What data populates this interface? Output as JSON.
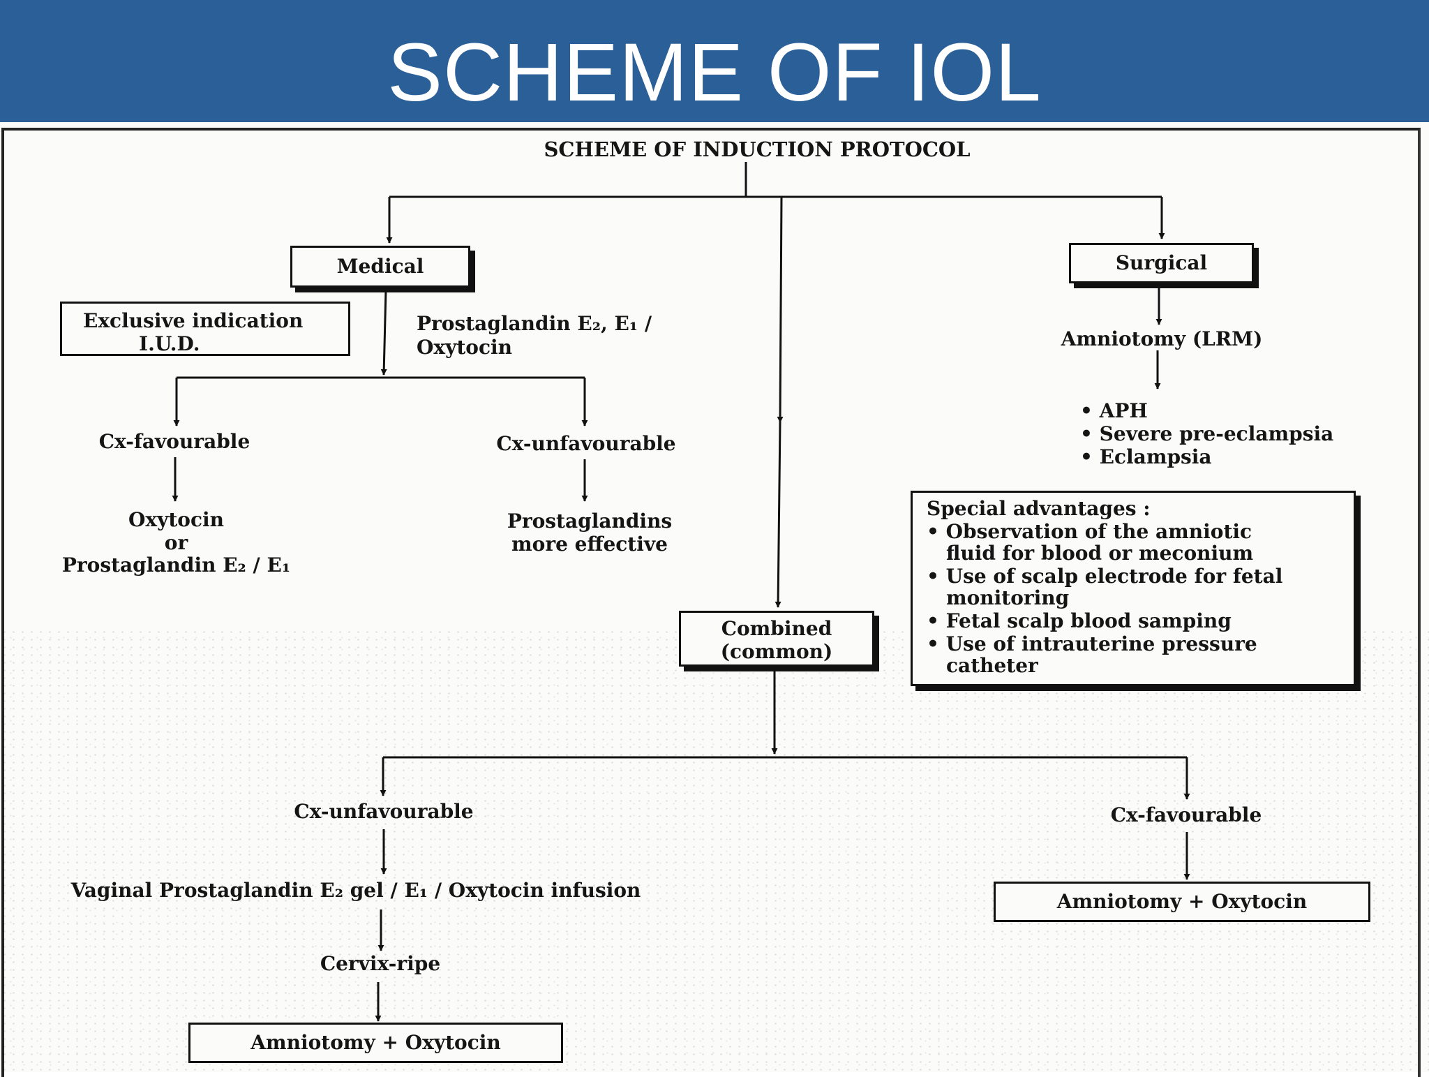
{
  "slide": {
    "title": "SCHEME OF IOL"
  },
  "diagram": {
    "heading": "SCHEME OF INDUCTION PROTOCOL",
    "medical": {
      "label": "Medical",
      "exclusive_line1": "Exclusive indication",
      "exclusive_line2": "I.U.D.",
      "agents_line1": "Prostaglandin E₂, E₁ /",
      "agents_line2": "Oxytocin",
      "fav_label": "Cx-favourable",
      "fav_line1": "Oxytocin",
      "fav_line2": "or",
      "fav_line3": "Prostaglandin E₂ / E₁",
      "unfav_label": "Cx-unfavourable",
      "unfav_line1": "Prostaglandins",
      "unfav_line2": "more effective"
    },
    "surgical": {
      "label": "Surgical",
      "step": "Amniotomy (LRM)",
      "indications": [
        "APH",
        "Severe pre-eclampsia",
        "Eclampsia"
      ],
      "advantages_title": "Special advantages :",
      "advantages": [
        [
          "Observation of the amniotic",
          "fluid for blood or meconium"
        ],
        [
          "Use of scalp electrode for fetal",
          "monitoring"
        ],
        [
          "Fetal scalp blood  samping"
        ],
        [
          "Use of intrauterine pressure",
          "catheter"
        ]
      ]
    },
    "combined": {
      "line1": "Combined",
      "line2": "(common)",
      "unfav_label": "Cx-unfavourable",
      "unfav_step1": "Vaginal Prostaglandin E₂ gel / E₁ / Oxytocin infusion",
      "unfav_step2": "Cervix-ripe",
      "unfav_result": "Amniotomy  + Oxytocin",
      "fav_label": "Cx-favourable",
      "fav_result": "Amniotomy + Oxytocin"
    }
  }
}
